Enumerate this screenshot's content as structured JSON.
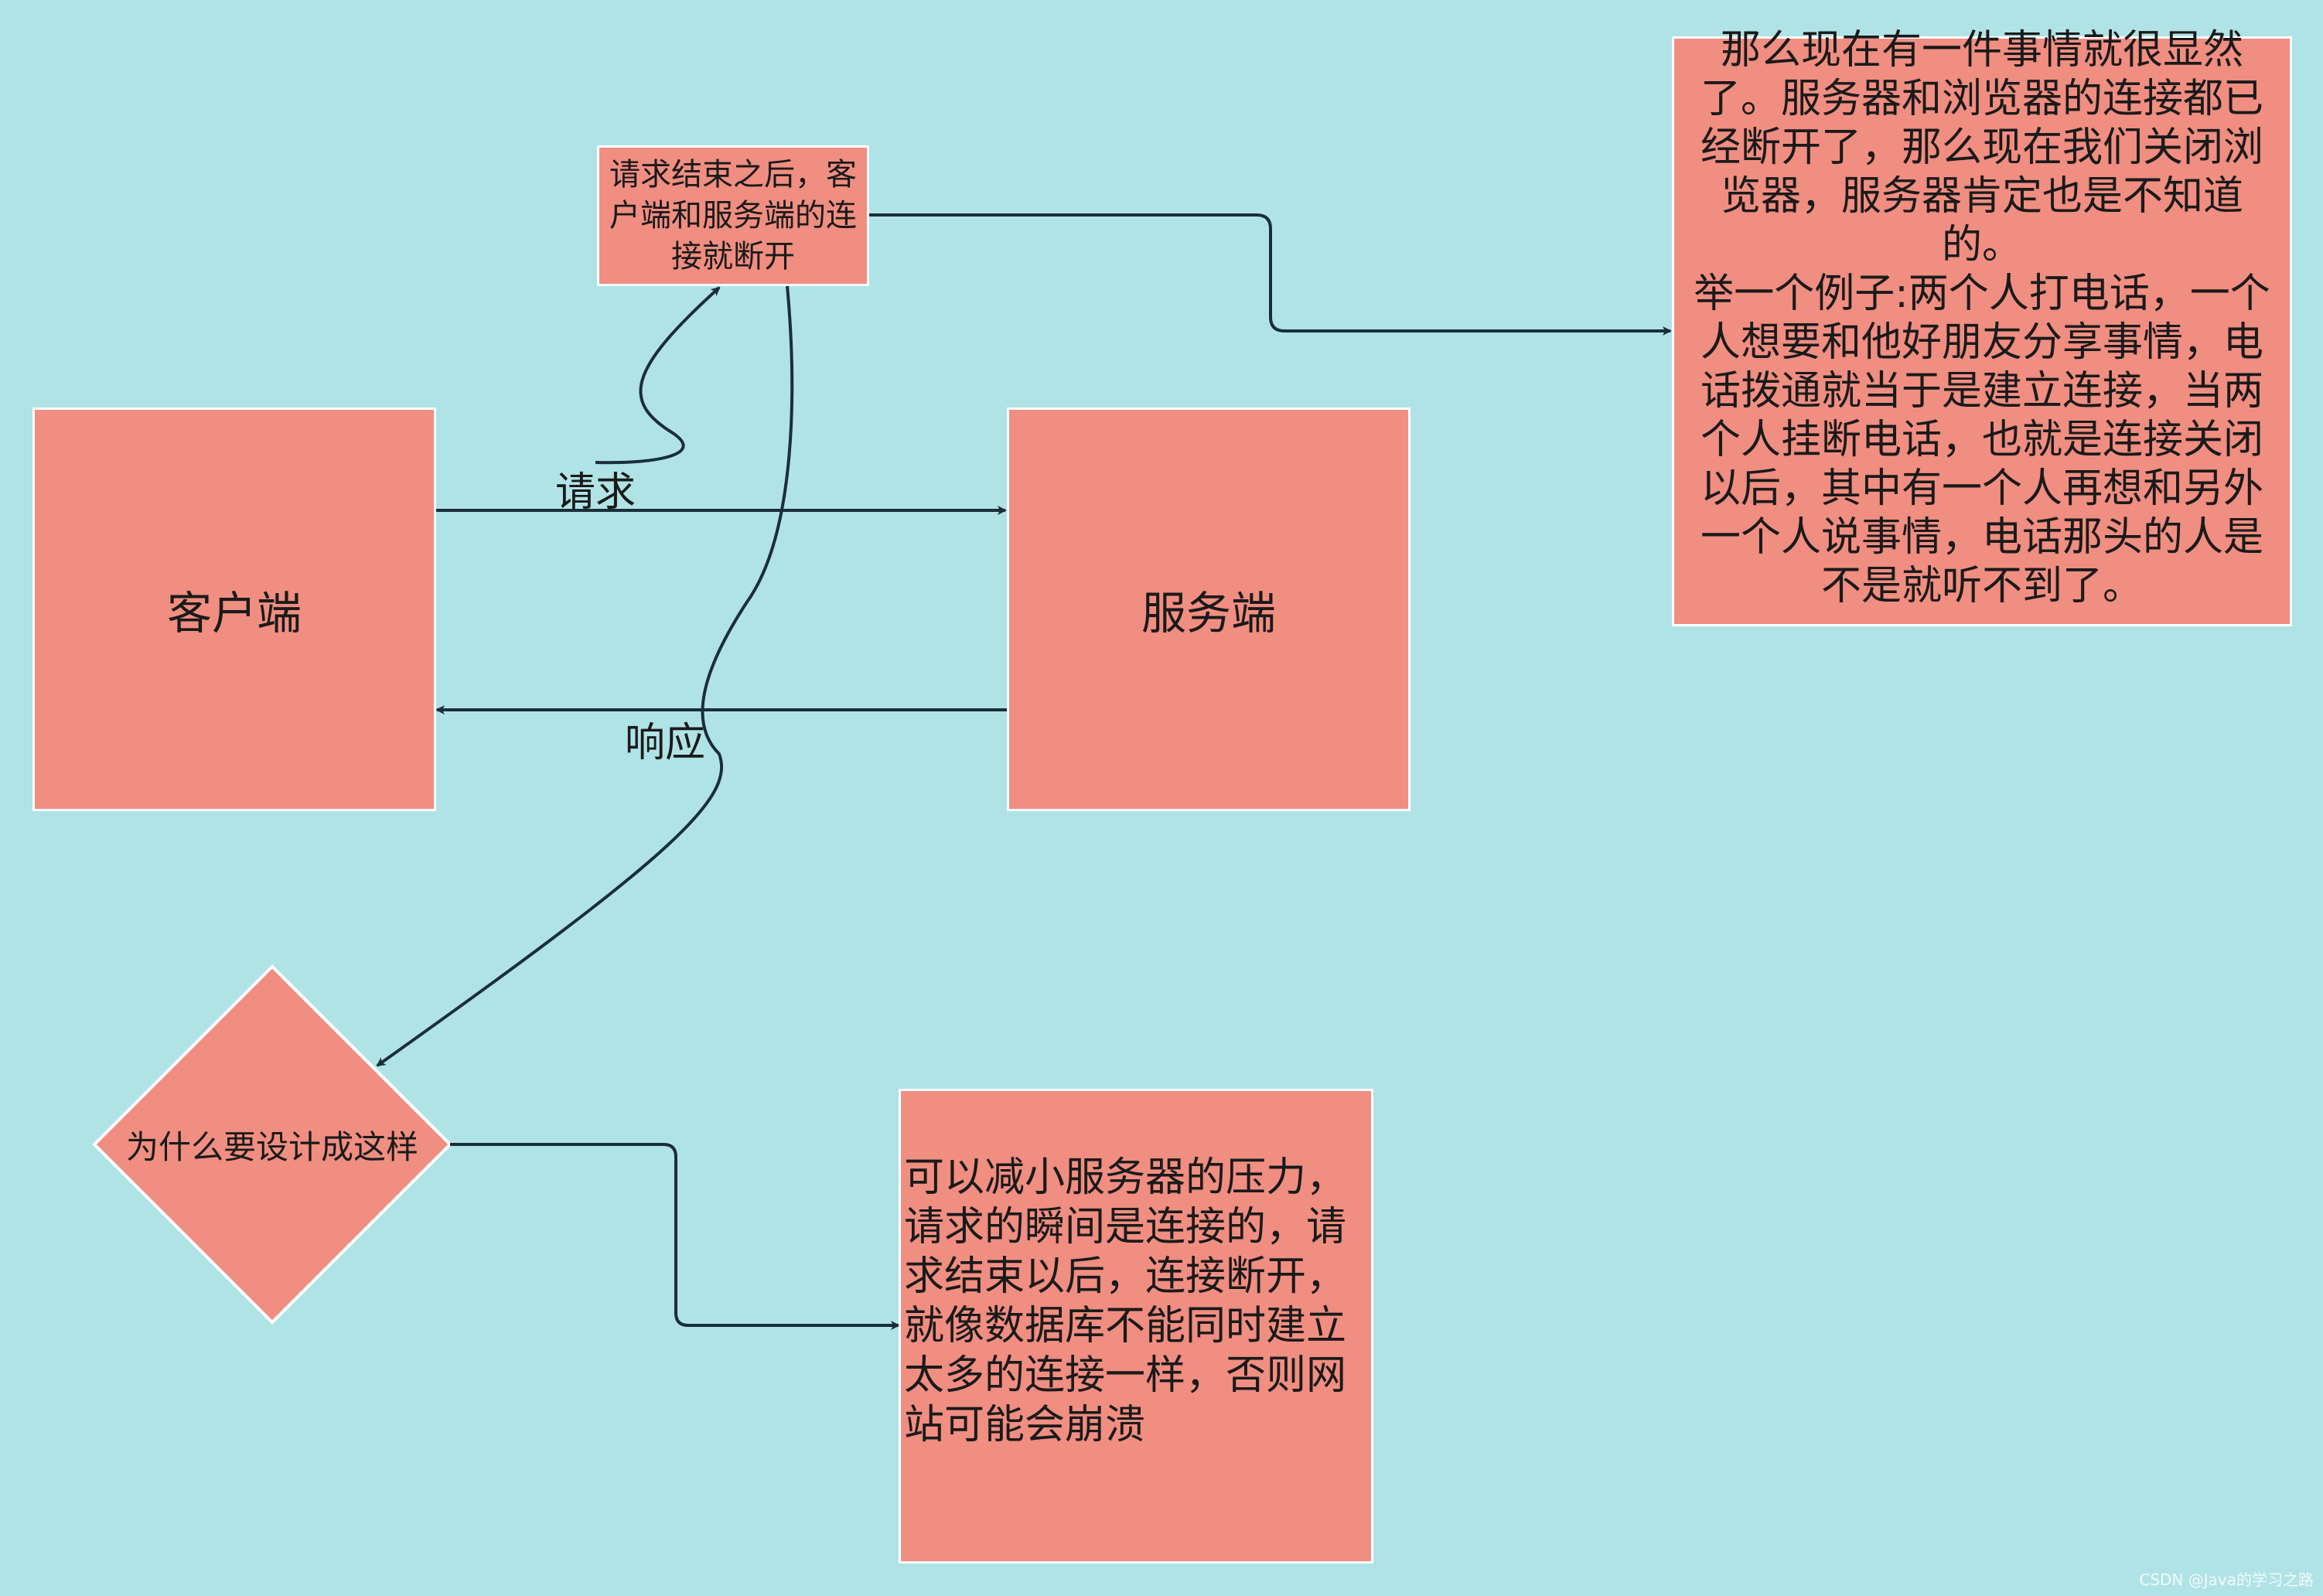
{
  "nodes": {
    "client": "客户端",
    "server": "服务端",
    "disconnect_note": "请求结束之后，客户端和服务端的连接就断开",
    "story": "那么现在有一件事情就很显然了。服务器和浏览器的连接都已经断开了，那么现在我们关闭浏览器，服务器肯定也是不知道的。\n举一个例子:两个人打电话，一个人想要和他好朋友分享事情，电话拨通就当于是建立连接，当两个人挂断电话，也就是连接关闭以后，其中有一个人再想和另外一个人说事情，电话那头的人是不是就听不到了。",
    "why_design": "为什么要设计成这样",
    "reason": "可以减小服务器的压力，请求的瞬间是连接的，请求结束以后，连接断开，就像数据库不能同时建立太多的连接一样，否则网站可能会崩溃"
  },
  "edges": {
    "request": "请求",
    "response": "响应"
  },
  "watermark": "CSDN @Java的学习之路",
  "colors": {
    "background": "#b0e3e6",
    "node_fill": "#f08e81",
    "node_border": "#ffffff",
    "edge": "#1a2e3a"
  }
}
